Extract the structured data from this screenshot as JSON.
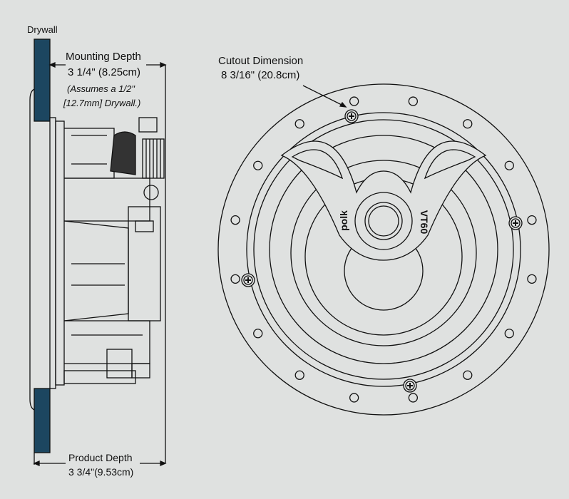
{
  "labels": {
    "drywall": "Drywall",
    "mounting_depth_title": "Mounting Depth",
    "mounting_depth_value": "3 1/4\" (8.25cm)",
    "assumes_line1": "(Assumes a 1/2\"",
    "assumes_line2": "[12.7mm] Drywall.)",
    "cutout_title": "Cutout Dimension",
    "cutout_value": "8 3/16\" (20.8cm)",
    "product_depth_title": "Product Depth",
    "product_depth_value": "3 3/4\"(9.53cm)",
    "brand": "polk",
    "model": "VT60"
  },
  "colors": {
    "background": "#dfe1e0",
    "drywall": "#1c4660",
    "line": "#111111"
  }
}
